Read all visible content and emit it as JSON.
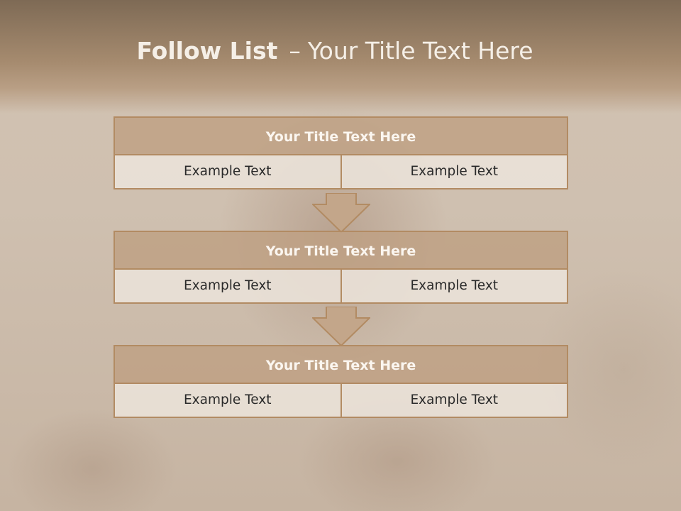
{
  "slide": {
    "title_bold": "Follow List",
    "title_separator": "–",
    "title_rest": "Your Title Text Here"
  },
  "colors": {
    "header_band": "#8c765f",
    "block_title_fill": "#bea082",
    "block_border": "#b28b63",
    "cell_fill": "#ebe2da",
    "arrow_fill": "#c3a68a"
  },
  "blocks": [
    {
      "title": "Your Title Text Here",
      "cells": [
        "Example Text",
        "Example Text"
      ]
    },
    {
      "title": "Your Title Text Here",
      "cells": [
        "Example Text",
        "Example Text"
      ]
    },
    {
      "title": "Your Title Text Here",
      "cells": [
        "Example Text",
        "Example Text"
      ]
    }
  ],
  "arrows": [
    {
      "icon": "down-arrow-icon"
    },
    {
      "icon": "down-arrow-icon"
    }
  ]
}
